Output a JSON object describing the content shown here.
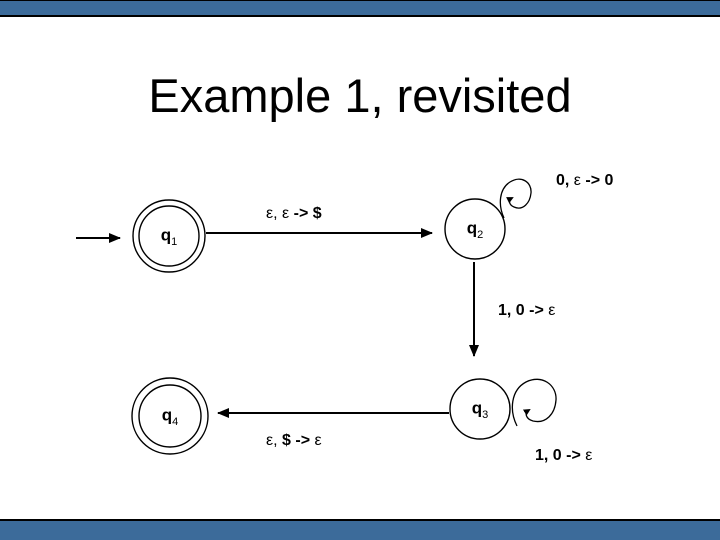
{
  "slide": {
    "title": "Example 1, revisited"
  },
  "colors": {
    "bar_blue": "#3c6b9a",
    "ink": "#000000",
    "background": "#ffffff"
  },
  "diagram": {
    "type": "pushdown-automaton-state-diagram",
    "states": [
      {
        "id": "q1",
        "base": "q",
        "sub": "1",
        "accepting": true,
        "start": true
      },
      {
        "id": "q2",
        "base": "q",
        "sub": "2",
        "accepting": false,
        "start": false
      },
      {
        "id": "q3",
        "base": "q",
        "sub": "3",
        "accepting": false,
        "start": false
      },
      {
        "id": "q4",
        "base": "q",
        "sub": "4",
        "accepting": true,
        "start": false
      }
    ],
    "transitions": [
      {
        "from": "q1",
        "to": "q2",
        "parts": [
          {
            "text": "ε, ε ",
            "bold": false
          },
          {
            "text": "-> $",
            "bold": true
          }
        ]
      },
      {
        "from": "q2",
        "to": "q2",
        "parts": [
          {
            "text": "0, ",
            "bold": true
          },
          {
            "text": "ε ",
            "bold": false
          },
          {
            "text": "-> 0",
            "bold": true
          }
        ]
      },
      {
        "from": "q2",
        "to": "q3",
        "parts": [
          {
            "text": "1, 0 -> ",
            "bold": true
          },
          {
            "text": "ε",
            "bold": false
          }
        ]
      },
      {
        "from": "q3",
        "to": "q3",
        "parts": [
          {
            "text": "1, 0 -> ",
            "bold": true
          },
          {
            "text": "ε",
            "bold": false
          }
        ]
      },
      {
        "from": "q3",
        "to": "q4",
        "parts": [
          {
            "text": "ε, ",
            "bold": false
          },
          {
            "text": "$ -> ",
            "bold": true
          },
          {
            "text": "ε",
            "bold": false
          }
        ]
      }
    ]
  }
}
